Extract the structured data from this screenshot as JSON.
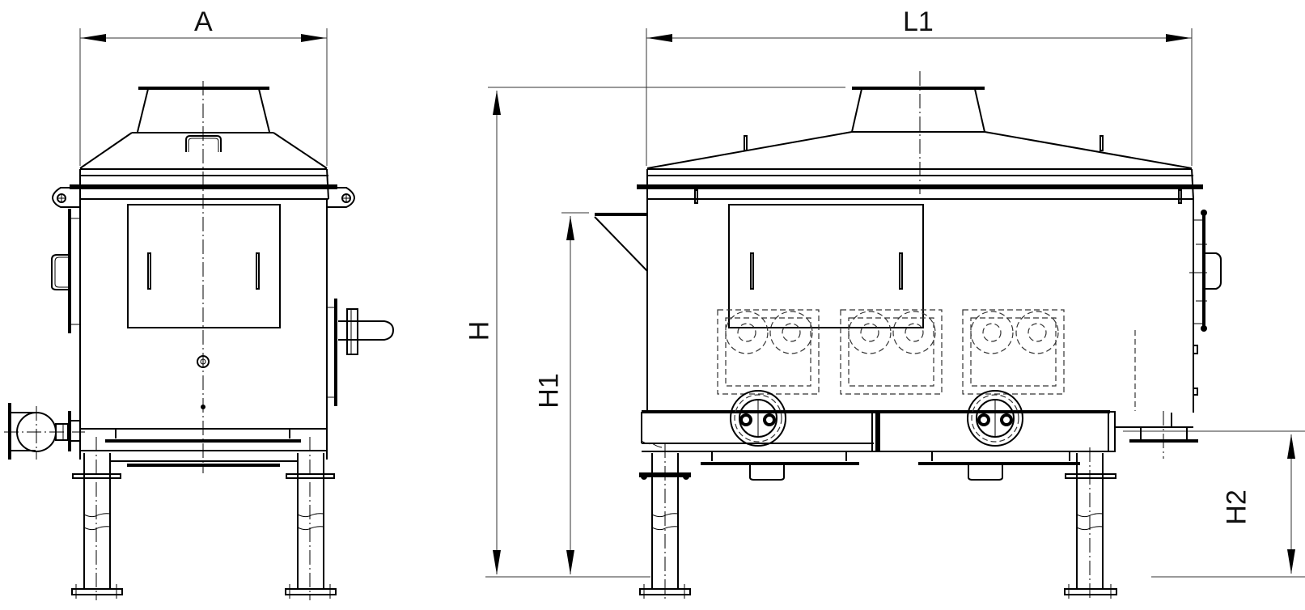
{
  "drawing": {
    "type": "technical-drawing",
    "views": [
      {
        "name": "front-view",
        "description": "End view of tank with hood, inspection door, side flanged pipe and legs"
      },
      {
        "name": "side-view",
        "description": "Side elevation with hood, inspection door, hidden nozzle pairs, flanged ports, overflow chute and legs"
      }
    ],
    "dimensions": {
      "A": "A",
      "L1": "L1",
      "H": "H",
      "H1": "H1",
      "H2": "H2"
    },
    "colors": {
      "line": "#000000",
      "background": "#ffffff"
    }
  }
}
